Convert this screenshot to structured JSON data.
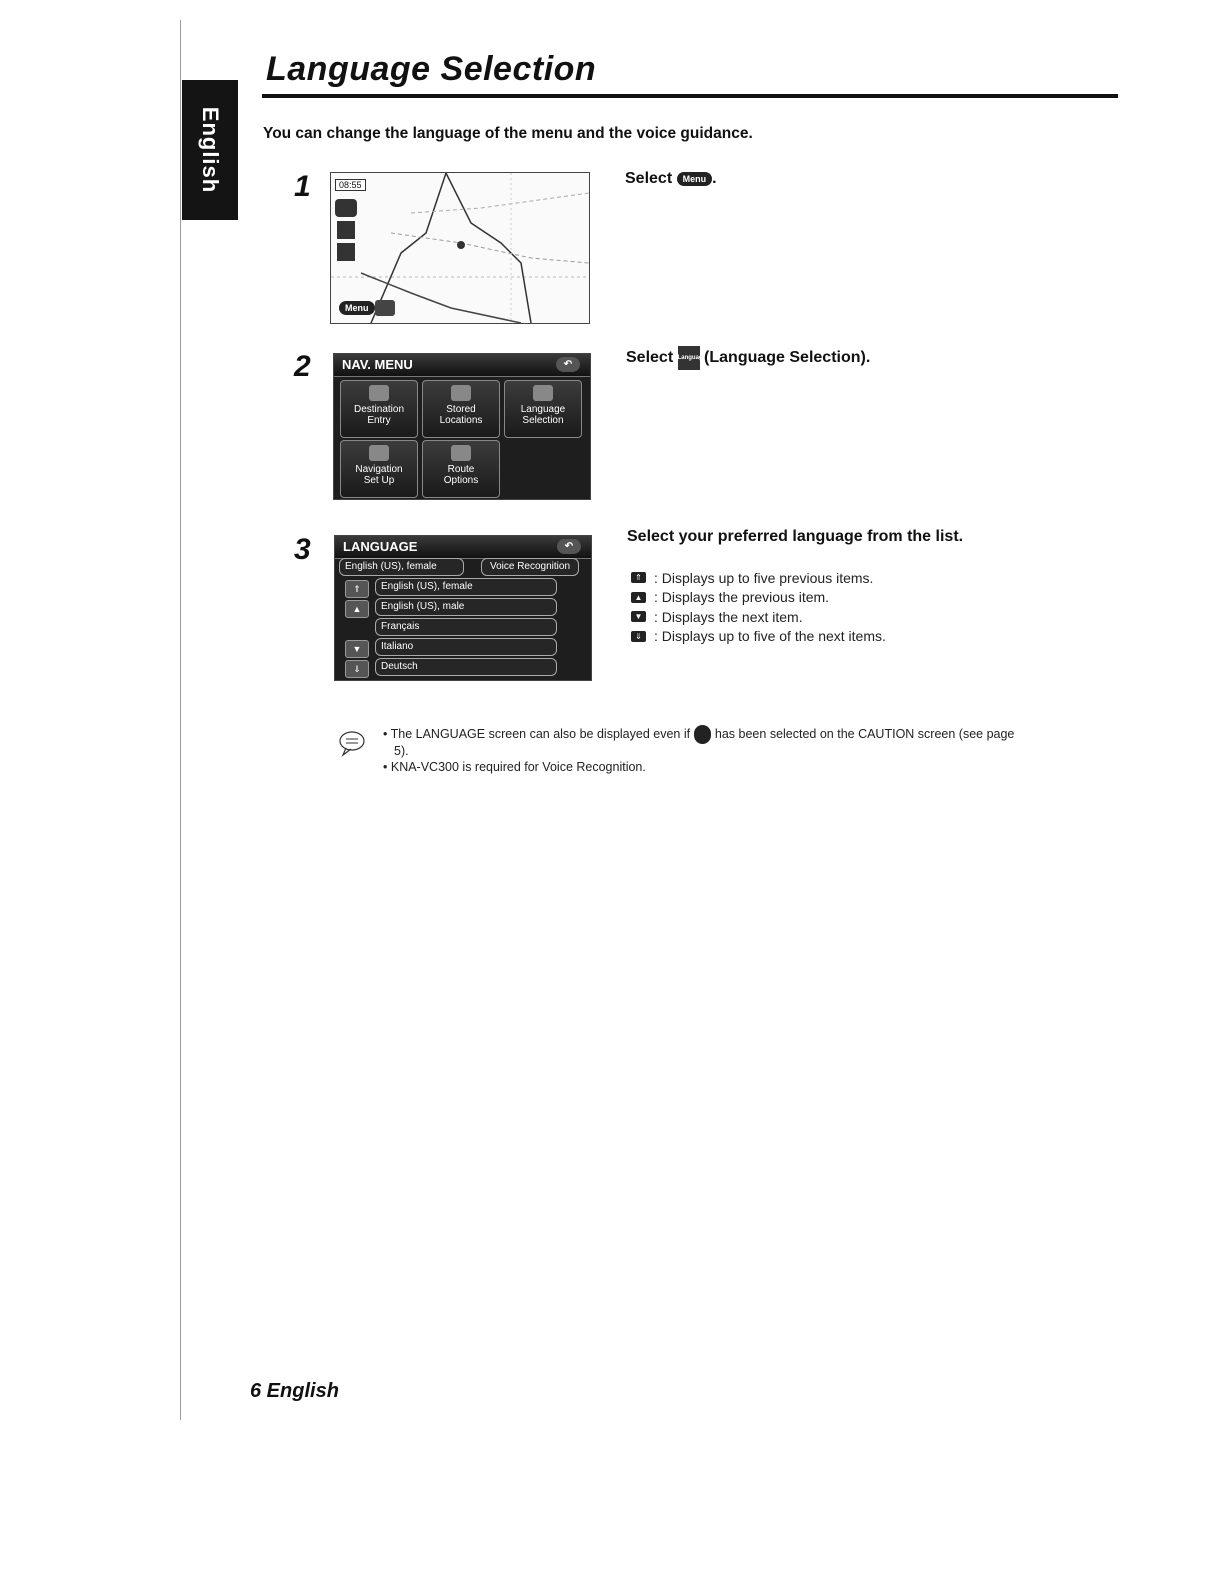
{
  "page": {
    "title": "Language Selection",
    "side_tab": "English",
    "intro": "You can change the language of the menu and the voice guidance.",
    "footer": "6 English"
  },
  "steps": [
    {
      "number": "1",
      "instruction_prefix": "Select",
      "icon_label": "Menu",
      "instruction_suffix": ".",
      "screen": {
        "clock": "08:55",
        "menu_button": "Menu"
      }
    },
    {
      "number": "2",
      "instruction_prefix": "Select",
      "icon_label": "Language Selection",
      "instruction_suffix": "(Language Selection).",
      "screen": {
        "header": "NAV. MENU",
        "buttons": [
          {
            "label_1": "Destination",
            "label_2": "Entry"
          },
          {
            "label_1": "Stored",
            "label_2": "Locations"
          },
          {
            "label_1": "Language",
            "label_2": "Selection"
          },
          {
            "label_1": "Navigation",
            "label_2": "Set Up"
          },
          {
            "label_1": "Route",
            "label_2": "Options"
          }
        ]
      }
    },
    {
      "number": "3",
      "instruction": "Select your preferred language from the list.",
      "legend": [
        {
          "text": ": Displays up to five previous items."
        },
        {
          "text": ": Displays the previous item."
        },
        {
          "text": ": Displays the next item."
        },
        {
          "text": ": Displays up to five of the next items."
        }
      ],
      "screen": {
        "header": "LANGUAGE",
        "current": "English (US), female",
        "voice_button": "Voice Recognition",
        "items": [
          "English (US), female",
          "English (US), male",
          "Français",
          "Italiano",
          "Deutsch"
        ]
      }
    }
  ],
  "notes": {
    "note1_a": "The LANGUAGE screen can also be displayed even if",
    "note1_b": "has been selected on the CAUTION screen (see page",
    "note1_c": "5).",
    "note2": "KNA-VC300 is required for Voice Recognition."
  }
}
